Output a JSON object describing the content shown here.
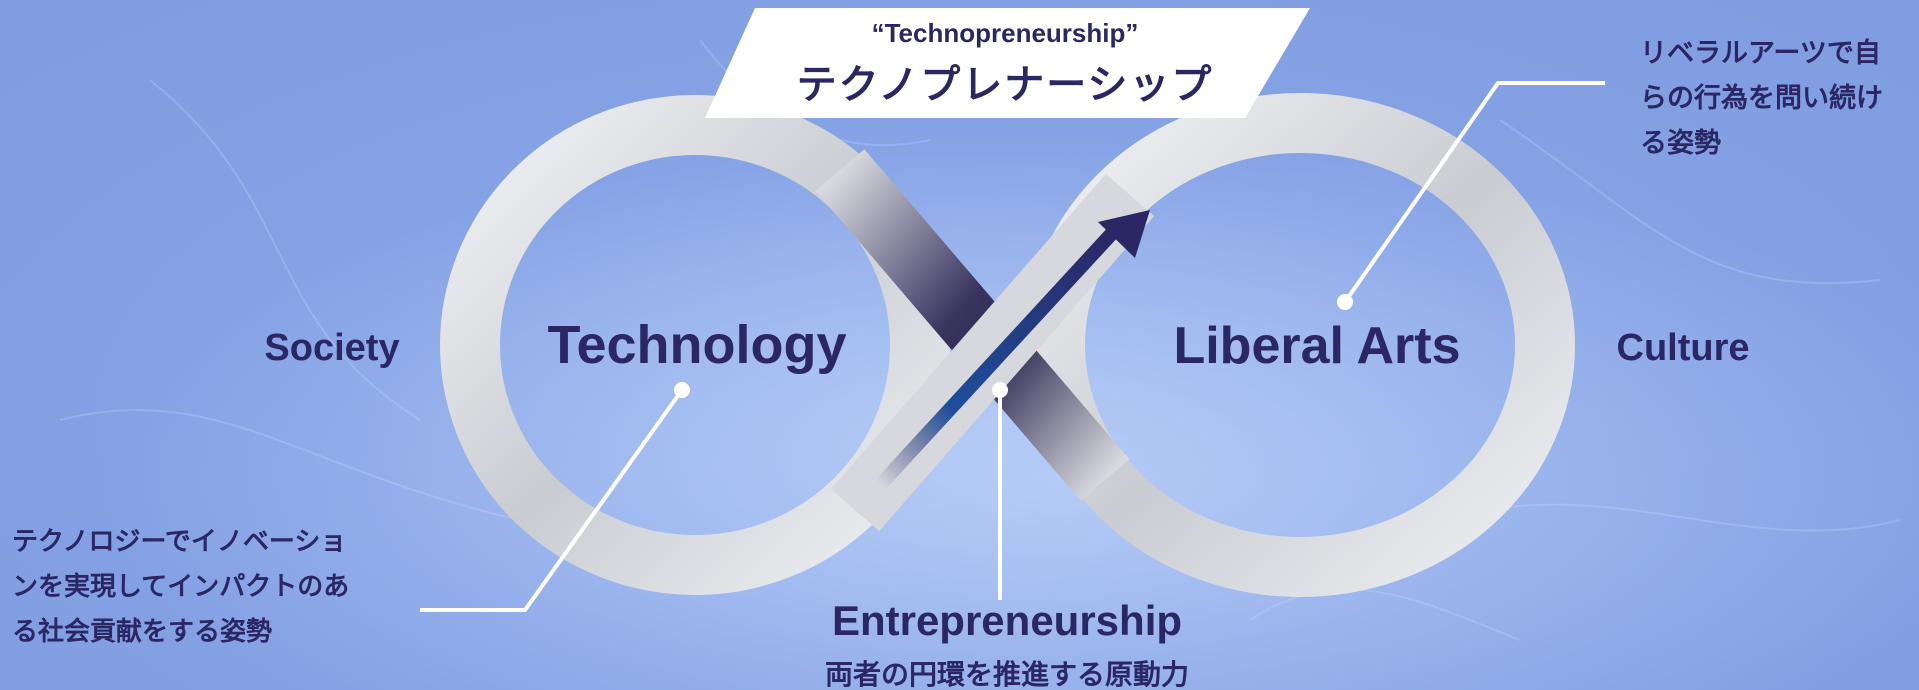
{
  "title": {
    "en": "“Technopreneurship”",
    "jp": "テクノプレナーシップ"
  },
  "labels": {
    "technology": "Technology",
    "liberal_arts": "Liberal Arts",
    "society": "Society",
    "culture": "Culture",
    "entrepreneurship": "Entrepreneurship",
    "entrepreneurship_desc": "両者の円環を推進する原動力"
  },
  "captions": {
    "liberal_arts_lines": [
      "リベラルアーツで自",
      "らの行為を問い続け",
      "る姿勢"
    ],
    "technology_lines": [
      "テクノロジーでイノベーショ",
      "ンを実現してインパクトのあ",
      "る社会貢献をする姿勢"
    ]
  },
  "colors": {
    "background": "#86a3e6",
    "text": "#2b2664",
    "ring": "#e4e6ea",
    "arrow": "#2b2664"
  }
}
